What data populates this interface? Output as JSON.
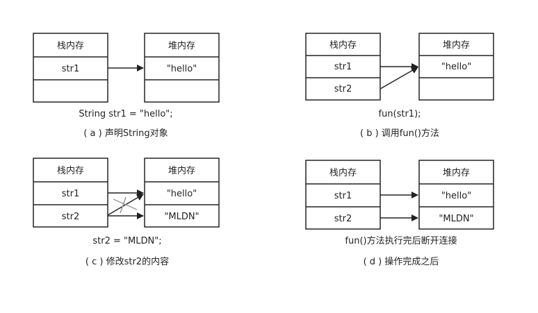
{
  "panels": [
    {
      "stack_header": "栈内存",
      "heap_header": "堆内存",
      "stack_cells": [
        "str1",
        ""
      ],
      "heap_cells": [
        "\"hello\"",
        ""
      ],
      "code": "String str1 = \"hello\";",
      "caption": "( a ) 声明String对象"
    },
    {
      "stack_header": "栈内存",
      "heap_header": "堆内存",
      "stack_cells": [
        "str1",
        "str2"
      ],
      "heap_cells": [
        "\"hello\"",
        ""
      ],
      "code": "fun(str1);",
      "caption": "( b ) 调用fun()方法"
    },
    {
      "stack_header": "栈内存",
      "heap_header": "堆内存",
      "stack_cells": [
        "str1",
        "str2"
      ],
      "heap_cells": [
        "\"hello\"",
        "\"MLDN\""
      ],
      "code": "str2 = \"MLDN\";",
      "caption": "( c ) 修改str2的内容"
    },
    {
      "stack_header": "栈内存",
      "heap_header": "堆内存",
      "stack_cells": [
        "str1",
        "str2"
      ],
      "heap_cells": [
        "\"hello\"",
        "\"MLDN\""
      ],
      "code": "fun()方法执行完后断开连接",
      "caption": "( d ) 操作完成之后"
    }
  ],
  "colors": {
    "line": "#222222",
    "text": "#222222",
    "cross": "#999999"
  }
}
